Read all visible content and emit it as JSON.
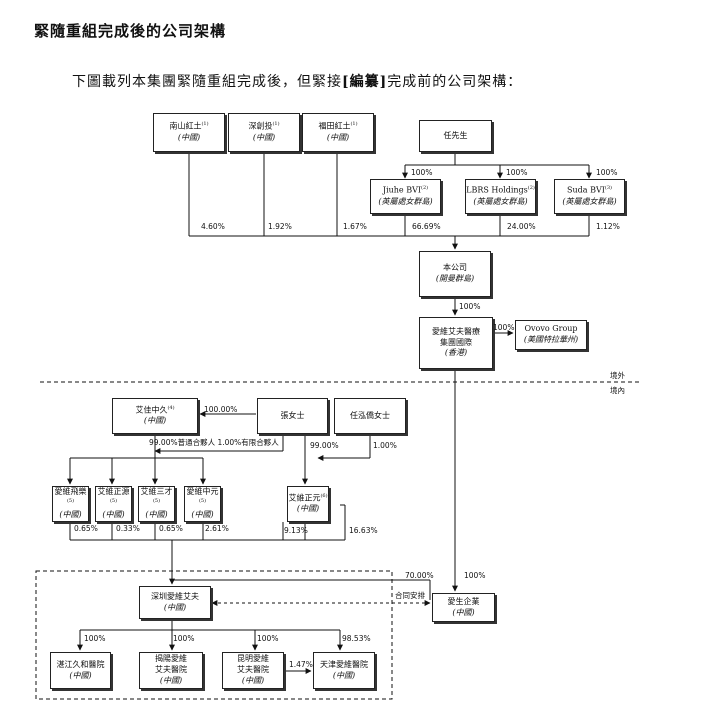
{
  "heading": "緊隨重組完成後的公司架構",
  "intro": {
    "before": "下圖載列本集團緊隨重組完成後，但緊接",
    "bracket": "[編纂]",
    "after": "完成前的公司架構："
  },
  "boxes": {
    "nanshan": {
      "name": "南山紅土",
      "note": "(1)",
      "jur": "(中國)"
    },
    "shenchuang": {
      "name": "深創投",
      "note": "(1)",
      "jur": "(中國)"
    },
    "futian": {
      "name": "福田紅土",
      "note": "(1)",
      "jur": "(中國)"
    },
    "ren": {
      "name": "任先生",
      "note": "",
      "jur": ""
    },
    "jiuhe": {
      "name": "Jiuhe BVI",
      "note": "(2)",
      "jur": "(英屬處女群島)"
    },
    "lbrs": {
      "name": "LBRS Holdings",
      "note": "(2)",
      "jur": "(英屬處女群島)"
    },
    "suda": {
      "name": "Suda BVI",
      "note": "(3)",
      "jur": "(英屬處女群島)"
    },
    "company": {
      "name": "本公司",
      "note": "",
      "jur": "(開曼群島)"
    },
    "hk": {
      "name": "愛維艾夫醫療\n集團國際",
      "note": "",
      "jur": "(香港)"
    },
    "ovovo": {
      "name": "Ovovo Group",
      "note": "",
      "jur": "(美國特拉華州)"
    },
    "aizhongjiu": {
      "name": "艾佳中久",
      "note": "(4)",
      "jur": "(中國)"
    },
    "zhang": {
      "name": "張女士",
      "note": "",
      "jur": ""
    },
    "ren_hong": {
      "name": "任泓僑女士",
      "note": "",
      "jur": ""
    },
    "aiweifei": {
      "name": "愛維飛樂",
      "note": "(5)",
      "jur": "(中國)"
    },
    "aizhengyuan": {
      "name": "艾維正源",
      "note": "(5)",
      "jur": "(中國)"
    },
    "aisancai": {
      "name": "艾維三才",
      "note": "(5)",
      "jur": "(中國)"
    },
    "aizhongyuan": {
      "name": "愛維中元",
      "note": "(5)",
      "jur": "(中國)"
    },
    "aizhengyuan2": {
      "name": "艾維正元",
      "note": "(6)",
      "jur": "(中國)"
    },
    "shenzhen": {
      "name": "深圳愛維艾夫",
      "note": "",
      "jur": "(中國)"
    },
    "aisheng": {
      "name": "愛生企業",
      "note": "",
      "jur": "(中國)"
    },
    "zhanjiang": {
      "name": "湛江久和醫院",
      "note": "",
      "jur": "(中國)"
    },
    "jieyang": {
      "name": "揭陽愛維\n艾夫醫院",
      "note": "",
      "jur": "(中國)"
    },
    "kunming": {
      "name": "昆明愛維\n艾夫醫院",
      "note": "",
      "jur": "(中國)"
    },
    "tianjin": {
      "name": "天津愛維醫院",
      "note": "",
      "jur": "(中國)"
    }
  },
  "labels": {
    "p460": "4.60%",
    "p192": "1.92%",
    "p167": "1.67%",
    "p6669": "66.69%",
    "p2400": "24.00%",
    "p112": "1.12%",
    "p100_j": "100%",
    "p100_l": "100%",
    "p100_s": "100%",
    "p100_co": "100%",
    "p100_ov": "100%",
    "jingwai": "境外",
    "jingnei": "境內",
    "p10000": "100.00%",
    "partners": "99.00%普通合夥人 1.00%有限合夥人",
    "p9900": "99.00%",
    "p100": "1.00%",
    "p065a": "0.65%",
    "p033": "0.33%",
    "p065b": "0.65%",
    "p261": "2.61%",
    "p913": "9.13%",
    "p1663": "16.63%",
    "p7000": "70.00%",
    "p100_as": "100%",
    "contract": "合同安排",
    "p100_zj": "100%",
    "p100_jy": "100%",
    "p100_km": "100%",
    "p9853": "98.53%",
    "p147": "1.47%"
  }
}
